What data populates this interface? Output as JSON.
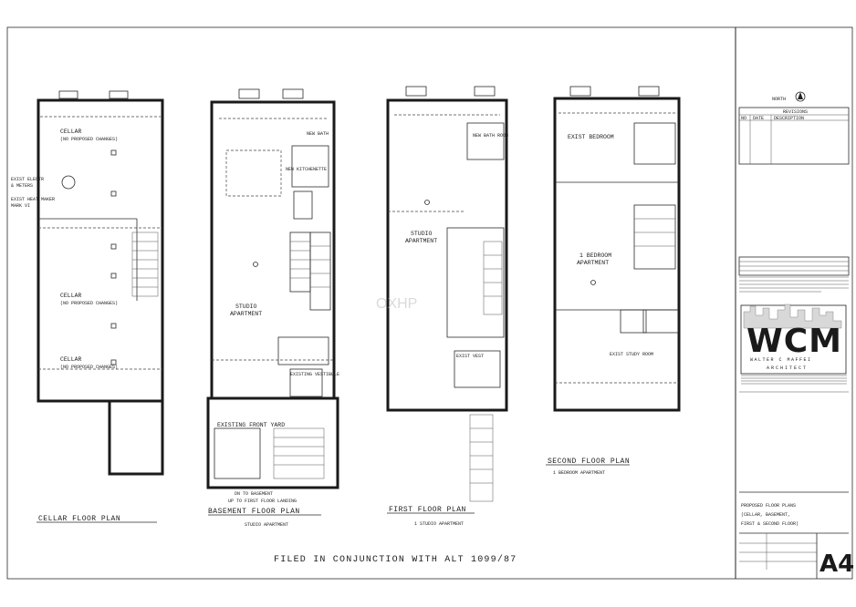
{
  "plans": {
    "cellar": {
      "title": "CELLAR FLOOR PLAN",
      "rooms": [
        "CELLAR",
        "(NO PROPOSED CHANGES)",
        "CELLAR",
        "(NO PROPOSED CHANGES)"
      ],
      "notes": [
        "EXIST ELECTR",
        "& METERS",
        "EXIST HEAT MAKER",
        "MARK VI"
      ]
    },
    "basement": {
      "title": "BASEMENT FLOOR PLAN",
      "subtitle": "STUDIO APARTMENT",
      "rooms": [
        "STUDIO",
        "APARTMENT",
        "NEW KITCHENETTE",
        "NEW BATH",
        "EXISTING VESTIBULE",
        "EXISTING FRONT YARD"
      ],
      "notes": [
        "DN TO BASEMENT",
        "UP TO FIRST FLOOR LANDING"
      ]
    },
    "first": {
      "title": "FIRST FLOOR PLAN",
      "subtitle": "1 STUDIO APARTMENT",
      "rooms": [
        "STUDIO",
        "APARTMENT",
        "NEW BATH ROOM",
        "EXIST VEST"
      ]
    },
    "second": {
      "title": "SECOND FLOOR PLAN",
      "subtitle": "1 BEDROOM APARTMENT",
      "rooms": [
        "EXIST BEDROOM",
        "1 BEDROOM",
        "APARTMENT",
        "EXIST STUDY ROOM"
      ]
    }
  },
  "footer_note": "FILED IN CONJUNCTION WITH ALT 1099/87",
  "watermark": "OXHP",
  "title_block": {
    "north": "NORTH",
    "revisions_label": "REVISIONS",
    "rev_columns": [
      "NO",
      "DATE",
      "DESCRIPTION"
    ],
    "logo": "WCM",
    "firm_name": "WALTER C MAFFEI",
    "firm_sub": "ARCHITECT",
    "drawing_title": [
      "PROPOSED FLOOR PLANS",
      "(CELLAR, BASEMENT,",
      "FIRST & SECOND FLOOR)"
    ],
    "sheet": "A4"
  }
}
